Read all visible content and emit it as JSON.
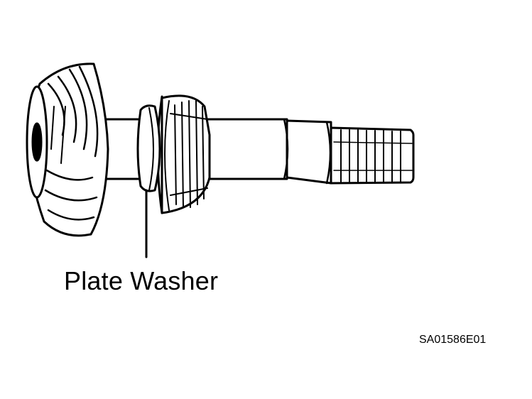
{
  "figure": {
    "callout_label": "Plate Washer",
    "figure_code": "SA01586E01"
  },
  "parts": {
    "gear_icon": "drive-pinion-gear",
    "bearing_icon": "tapered-roller-bearing",
    "washer_icon": "plate-washer",
    "shaft_icon": "pinion-shaft",
    "spline_icon": "spline-end"
  },
  "colors": {
    "ink": "#000000",
    "paper": "#ffffff"
  }
}
